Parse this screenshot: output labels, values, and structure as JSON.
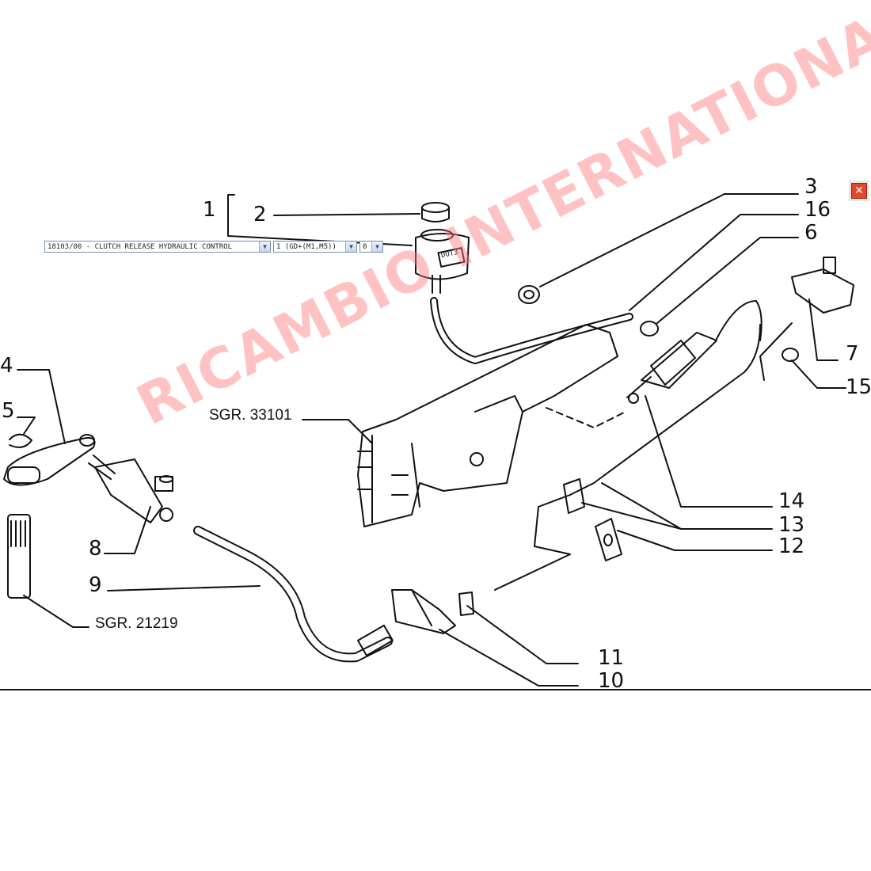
{
  "toolbar": {
    "group_select": "18103/00 - CLUTCH RELEASE HYDRAULIC CONTROL",
    "variant_select": "1 (GD+(M1,M5))",
    "index_select": "0",
    "dropdown_glyph": "▼",
    "close_glyph": "✕"
  },
  "callouts": [
    "1",
    "2",
    "3",
    "16",
    "6",
    "7",
    "15",
    "4",
    "5",
    "8",
    "9",
    "14",
    "13",
    "12",
    "11",
    "10"
  ],
  "references": {
    "sgr_a": "SGR. 33101",
    "sgr_b": "SGR. 21219"
  },
  "watermark": "RICAMBIO INTERNATIONAL",
  "label_tag": "DOT3",
  "colors": {
    "line": "#111111",
    "watermark": "#ff7878",
    "close": "#e04a2a"
  },
  "icons": {
    "close": "close-icon",
    "dropdown": "chevron-down-icon"
  }
}
